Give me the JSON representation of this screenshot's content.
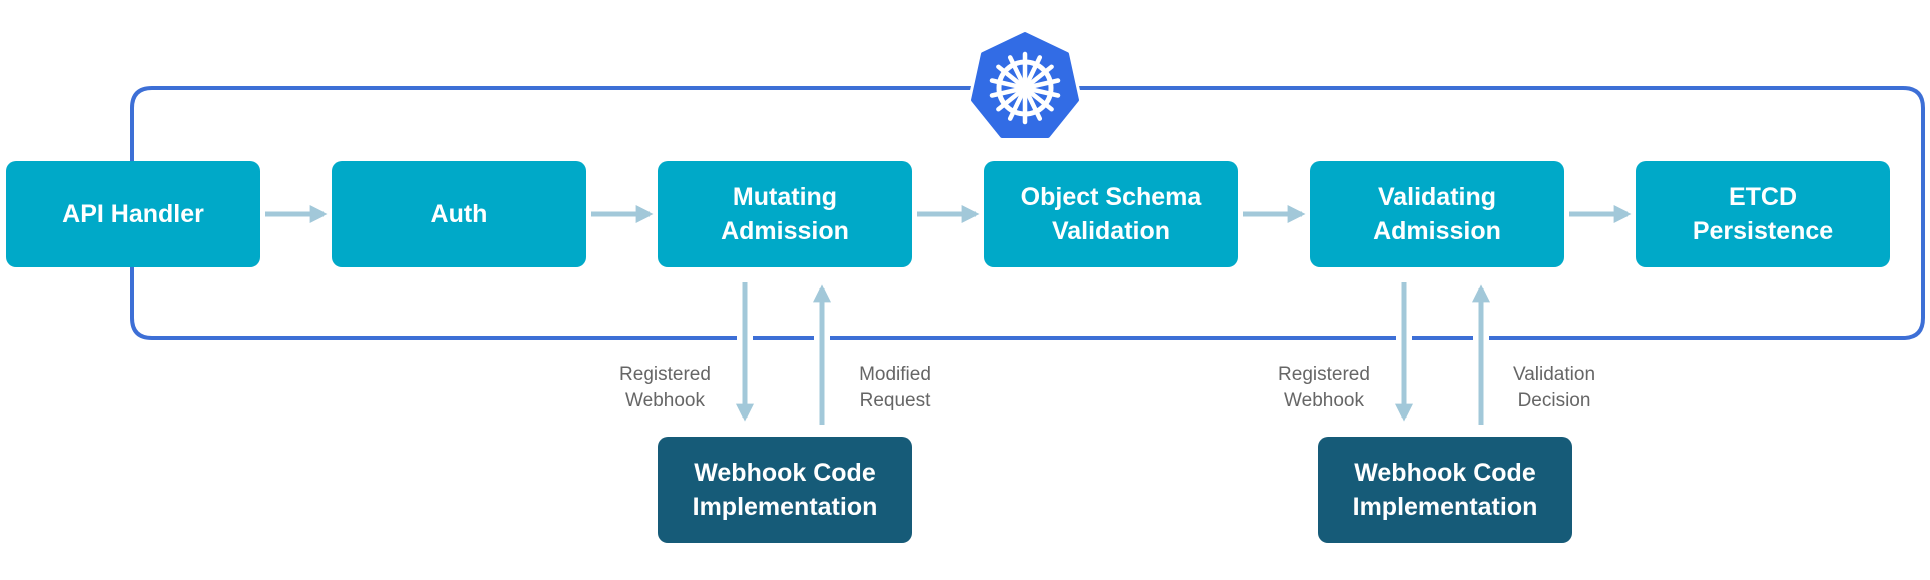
{
  "stages": [
    "API Handler",
    "Auth",
    "Mutating\nAdmission",
    "Object Schema\nValidation",
    "Validating\nAdmission",
    "ETCD\nPersistence"
  ],
  "webhooks": [
    {
      "implementation": "Webhook Code\nImplementation",
      "down_label": "Registered\nWebhook",
      "up_label": "Modified\nRequest"
    },
    {
      "implementation": "Webhook Code\nImplementation",
      "down_label": "Registered\nWebhook",
      "up_label": "Validation\nDecision"
    }
  ],
  "logo": {
    "name": "kubernetes-helm-icon",
    "color": "#326ce5"
  },
  "colors": {
    "stage": "#00a9c8",
    "implementation": "#165b78",
    "loop": "#3d6fd6",
    "arrow": "#a2c8d9",
    "label": "#666666"
  }
}
